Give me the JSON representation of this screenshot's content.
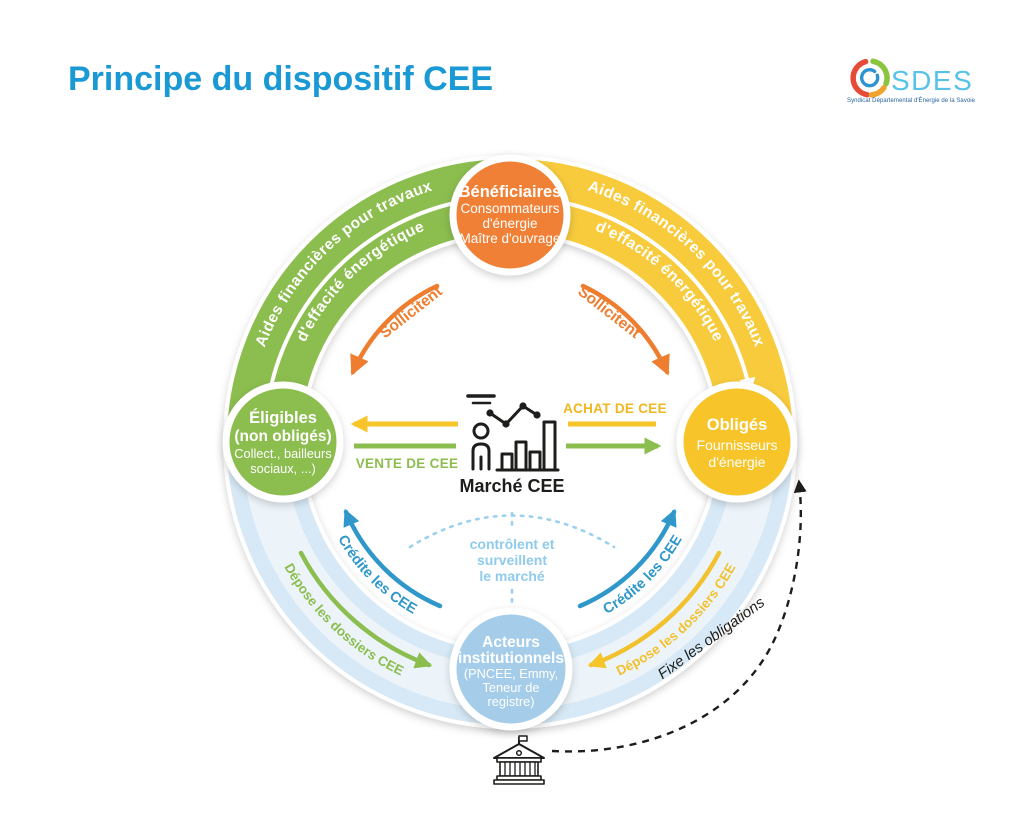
{
  "page": {
    "title": "Principe du dispositif CEE"
  },
  "logo": {
    "name": "SDES",
    "tagline": "Syndicat Départemental d'Énergie de la Savoie"
  },
  "colors": {
    "title_blue": "#1b99d5",
    "orange": "#ef8034",
    "green": "#8cbd4f",
    "yellow": "#f7c52a",
    "node_light_blue": "#a5cde9",
    "band_light_blue": "#d7e9f6",
    "blue_arrow": "#2f97ca",
    "dashed_light_blue": "#93cdec",
    "ink": "#1d1d1b"
  },
  "nodes": {
    "beneficiaires": {
      "title": "Bénéficiaires",
      "line1": "Consommateurs",
      "line2": "d'énergie",
      "line3": "Maître d'ouvrage"
    },
    "eligibles": {
      "title": "Éligibles",
      "subtitle": "(non obligés)",
      "line1": "Collect., bailleurs",
      "line2": "sociaux, ...)"
    },
    "obliges": {
      "title": "Obligés",
      "line1": "Fournisseurs",
      "line2": "d'énergie"
    },
    "acteurs": {
      "title": "Acteurs",
      "title2": "institutionnels",
      "line1": "(PNCEE, Emmy,",
      "line2": "Teneur de",
      "line3": "registre)"
    }
  },
  "center": {
    "label": "Marché CEE"
  },
  "flows": {
    "aides_line1": "Aides financières pour travaux",
    "aides_line2": "d'effacité énergétique",
    "sollicitent": "Sollicitent",
    "achat": "ACHAT DE CEE",
    "vente": "VENTE DE CEE",
    "credite": "Crédite les CEE",
    "depose": "Dépose les dossiers CEE",
    "controle_line1": "contrôlent et",
    "controle_line2": "surveillent",
    "controle_line3": "le marché",
    "fixe": "Fixe les obligations"
  }
}
